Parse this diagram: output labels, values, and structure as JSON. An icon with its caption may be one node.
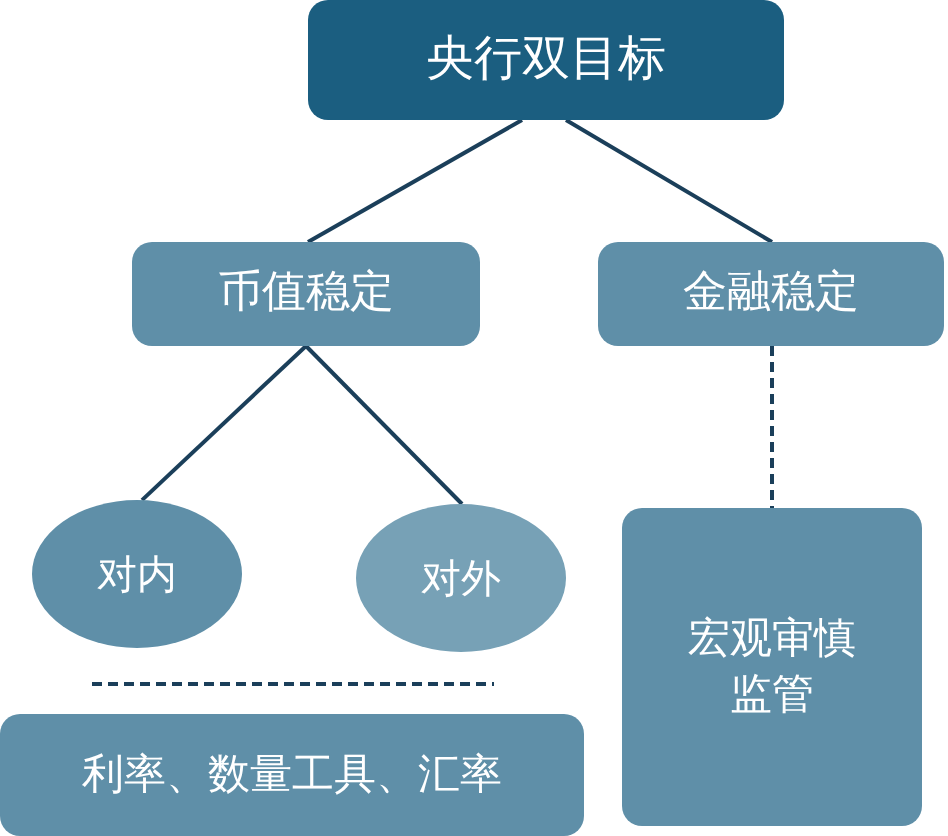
{
  "diagram": {
    "nodes": [
      {
        "text": [
          "央行双目标"
        ]
      },
      {
        "text": [
          "币值稳定"
        ]
      },
      {
        "text": [
          "金融稳定"
        ]
      },
      {
        "text": [
          "对内"
        ]
      },
      {
        "text": [
          "对外"
        ]
      },
      {
        "text": [
          "利率、数量工具、汇率"
        ]
      },
      {
        "text": [
          "宏观审慎监管"
        ]
      }
    ],
    "edges": [
      {
        "from": 0,
        "to": 1,
        "arrow": "none"
      },
      {
        "from": 0,
        "to": 2,
        "arrow": "none"
      },
      {
        "from": 1,
        "to": 3,
        "arrow": "none"
      },
      {
        "from": 1,
        "to": 4,
        "arrow": "none"
      },
      {
        "from": 2,
        "to": 6,
        "arrow": "none",
        "style": "dashed"
      }
    ]
  }
}
